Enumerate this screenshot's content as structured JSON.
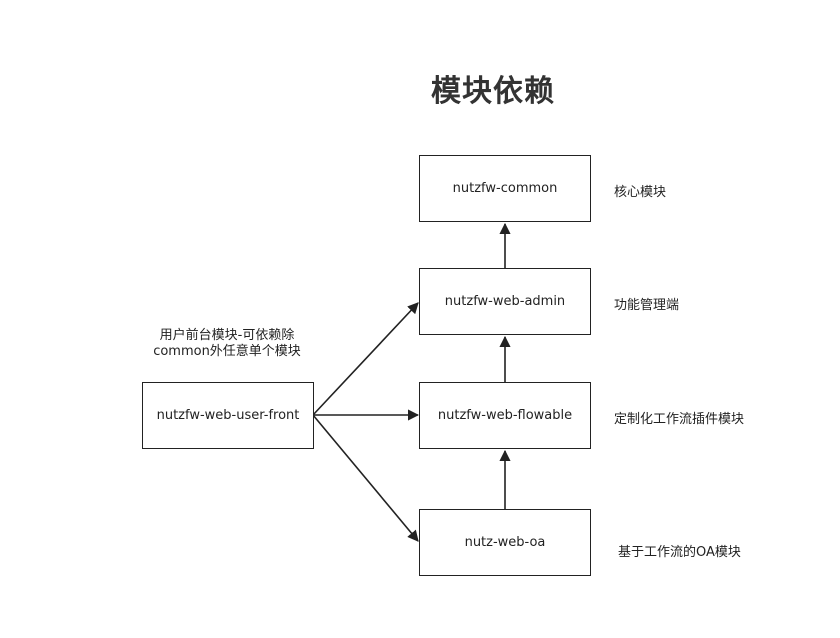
{
  "title": "模块依赖",
  "nodes": {
    "common": "nutzfw-common",
    "admin": "nutzfw-web-admin",
    "flowable": "nutzfw-web-flowable",
    "oa": "nutz-web-oa",
    "front": "nutzfw-web-user-front"
  },
  "labels": {
    "common": "核心模块",
    "admin": "功能管理端",
    "flowable": "定制化工作流插件模块",
    "oa": "基于工作流的OA模块"
  },
  "front_note": {
    "line1": "用户前台模块-可依赖除",
    "line2": "common外任意单个模块"
  },
  "colors": {
    "stroke": "#222222",
    "text": "#222222",
    "title": "#333333",
    "background": "#ffffff"
  }
}
